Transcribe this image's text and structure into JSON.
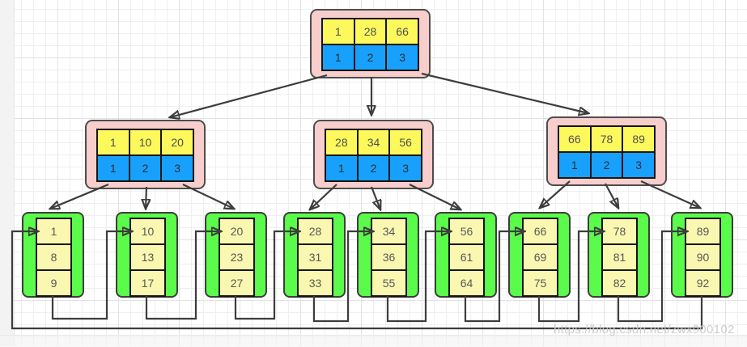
{
  "root": {
    "keys": [
      "1",
      "28",
      "66"
    ],
    "pointers": [
      "1",
      "2",
      "3"
    ]
  },
  "internal_nodes": [
    {
      "keys": [
        "1",
        "10",
        "20"
      ],
      "pointers": [
        "1",
        "2",
        "3"
      ]
    },
    {
      "keys": [
        "28",
        "34",
        "56"
      ],
      "pointers": [
        "1",
        "2",
        "3"
      ]
    },
    {
      "keys": [
        "66",
        "78",
        "89"
      ],
      "pointers": [
        "1",
        "2",
        "3"
      ]
    }
  ],
  "leaf_nodes": [
    {
      "values": [
        "1",
        "8",
        "9"
      ]
    },
    {
      "values": [
        "10",
        "13",
        "17"
      ]
    },
    {
      "values": [
        "20",
        "23",
        "27"
      ]
    },
    {
      "values": [
        "28",
        "31",
        "33"
      ]
    },
    {
      "values": [
        "34",
        "36",
        "55"
      ]
    },
    {
      "values": [
        "56",
        "61",
        "64"
      ]
    },
    {
      "values": [
        "66",
        "69",
        "75"
      ]
    },
    {
      "values": [
        "78",
        "81",
        "82"
      ]
    },
    {
      "values": [
        "89",
        "90",
        "92"
      ]
    }
  ],
  "watermark": "https://blog.csdn.net/zwx900102",
  "colors": {
    "node_container_pink": "#F8CECC",
    "key_cell_yellow": "#FDF95D",
    "pointer_cell_blue": "#18A1FC",
    "leaf_container_green": "#5BFB4B",
    "leaf_cell_yellow": "#FAF7B0",
    "line": "#3d3d3d"
  }
}
